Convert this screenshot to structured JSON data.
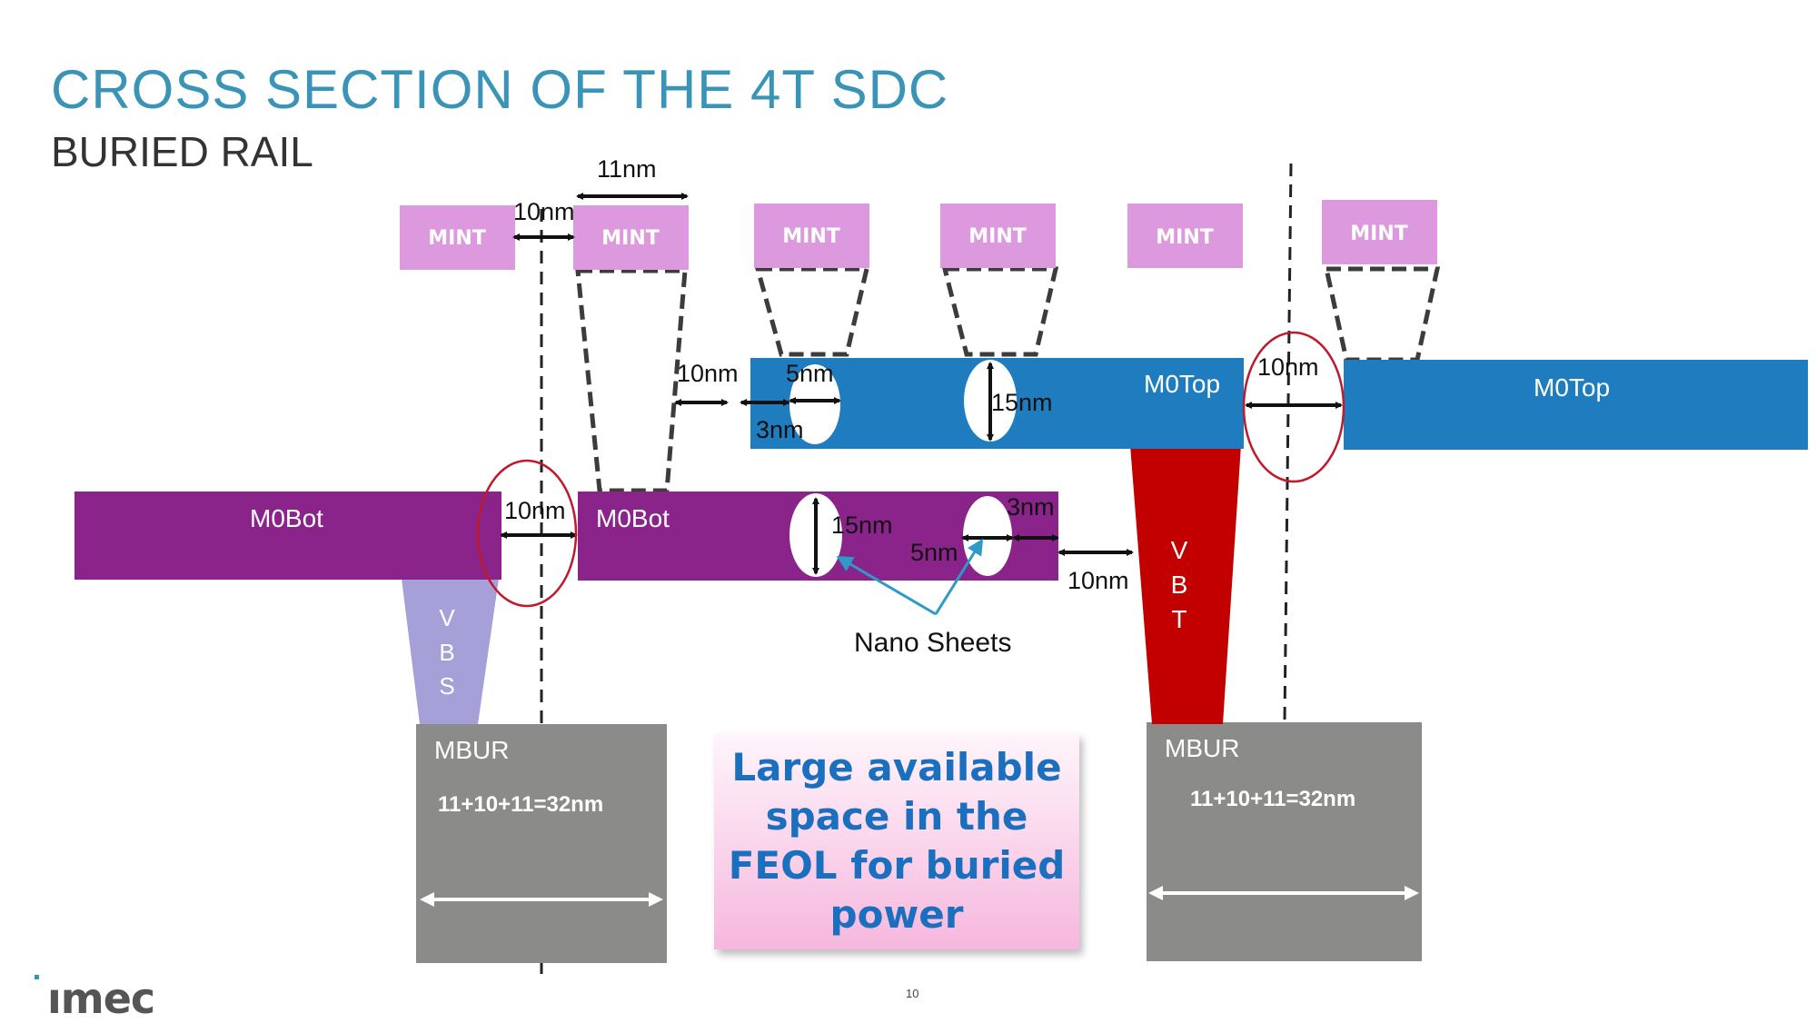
{
  "header": {
    "title": "CROSS SECTION OF THE 4T SDC",
    "subtitle": "BURIED RAIL"
  },
  "diagram": {
    "mint_label": "MINT",
    "m0top_label": "M0Top",
    "m0bot_label": "M0Bot",
    "mbur_label": "MBUR",
    "mbur_width_text": "11+10+11=32nm",
    "vbs_letters": [
      "V",
      "B",
      "S"
    ],
    "vbt_letters": [
      "V",
      "B",
      "T"
    ],
    "nano_sheets_label": "Nano Sheets",
    "dims": {
      "mint_width": "11nm",
      "mint_gap": "10nm",
      "via_gap": "10nm",
      "sheet_width_top": "5nm",
      "sheet_gap_top": "3nm",
      "sheet_height_top": "15nm",
      "top_rail_gap": "10nm",
      "bot_rail_gap": "10nm",
      "sheet_height_bot": "15nm",
      "sheet_width_bot": "5nm",
      "sheet_gap_bot": "3nm",
      "bot_to_vbt": "10nm"
    },
    "colors": {
      "mint": "#dd99dd",
      "m0top": "#1f7cbe",
      "m0bot": "#8a238a",
      "vbs": "#a6a0d8",
      "vbt": "#c20000",
      "mbur": "#8b8b89",
      "highlight_ring": "#c0182c",
      "leader": "#2e9ac8"
    }
  },
  "callout": {
    "text": "Large available\nspace in the\nFEOL for buried\npower"
  },
  "footer": {
    "logo": "ımec",
    "page_number": "10"
  }
}
